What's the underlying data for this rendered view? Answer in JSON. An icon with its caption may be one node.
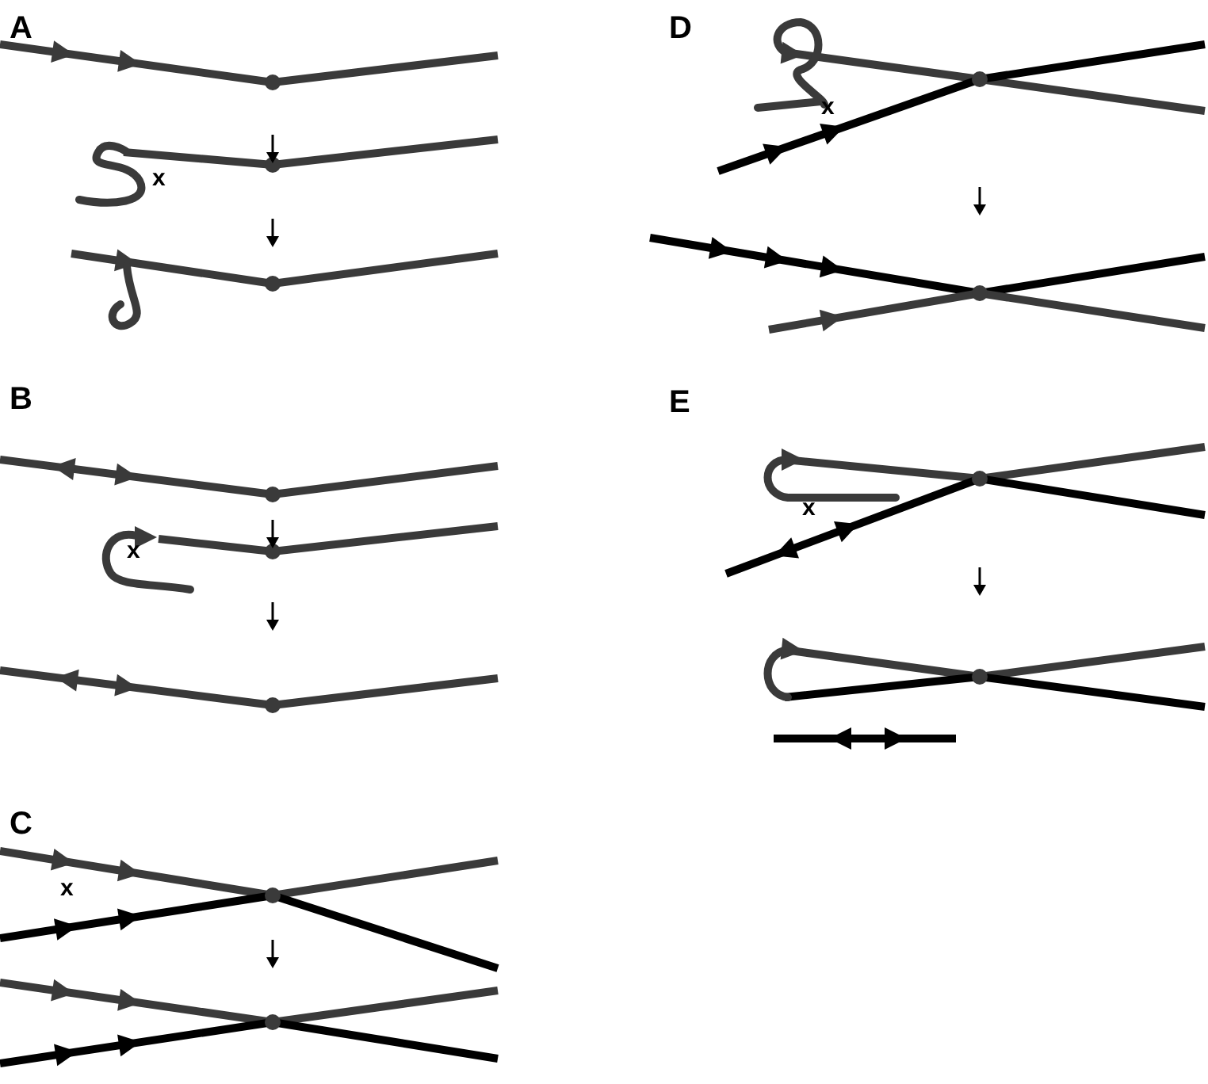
{
  "diagram": {
    "labels": [
      "A",
      "x",
      "B",
      "x",
      "C",
      "x",
      "D",
      "x",
      "E",
      "x"
    ]
  }
}
